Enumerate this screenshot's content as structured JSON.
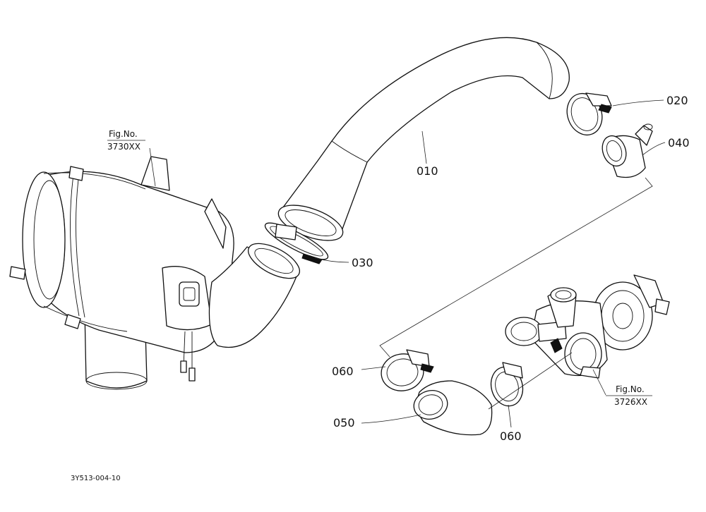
{
  "diagram": {
    "part_labels": {
      "p010": "010",
      "p020": "020",
      "p030": "030",
      "p040": "040",
      "p050": "050",
      "p060_left": "060",
      "p060_right": "060"
    },
    "references": {
      "air_cleaner": {
        "line1": "Fig.No.",
        "line2": "3730XX"
      },
      "turbocharger": {
        "line1": "Fig.No.",
        "line2": "3726XX"
      }
    },
    "drawing_code": "3Y513-004-10"
  }
}
